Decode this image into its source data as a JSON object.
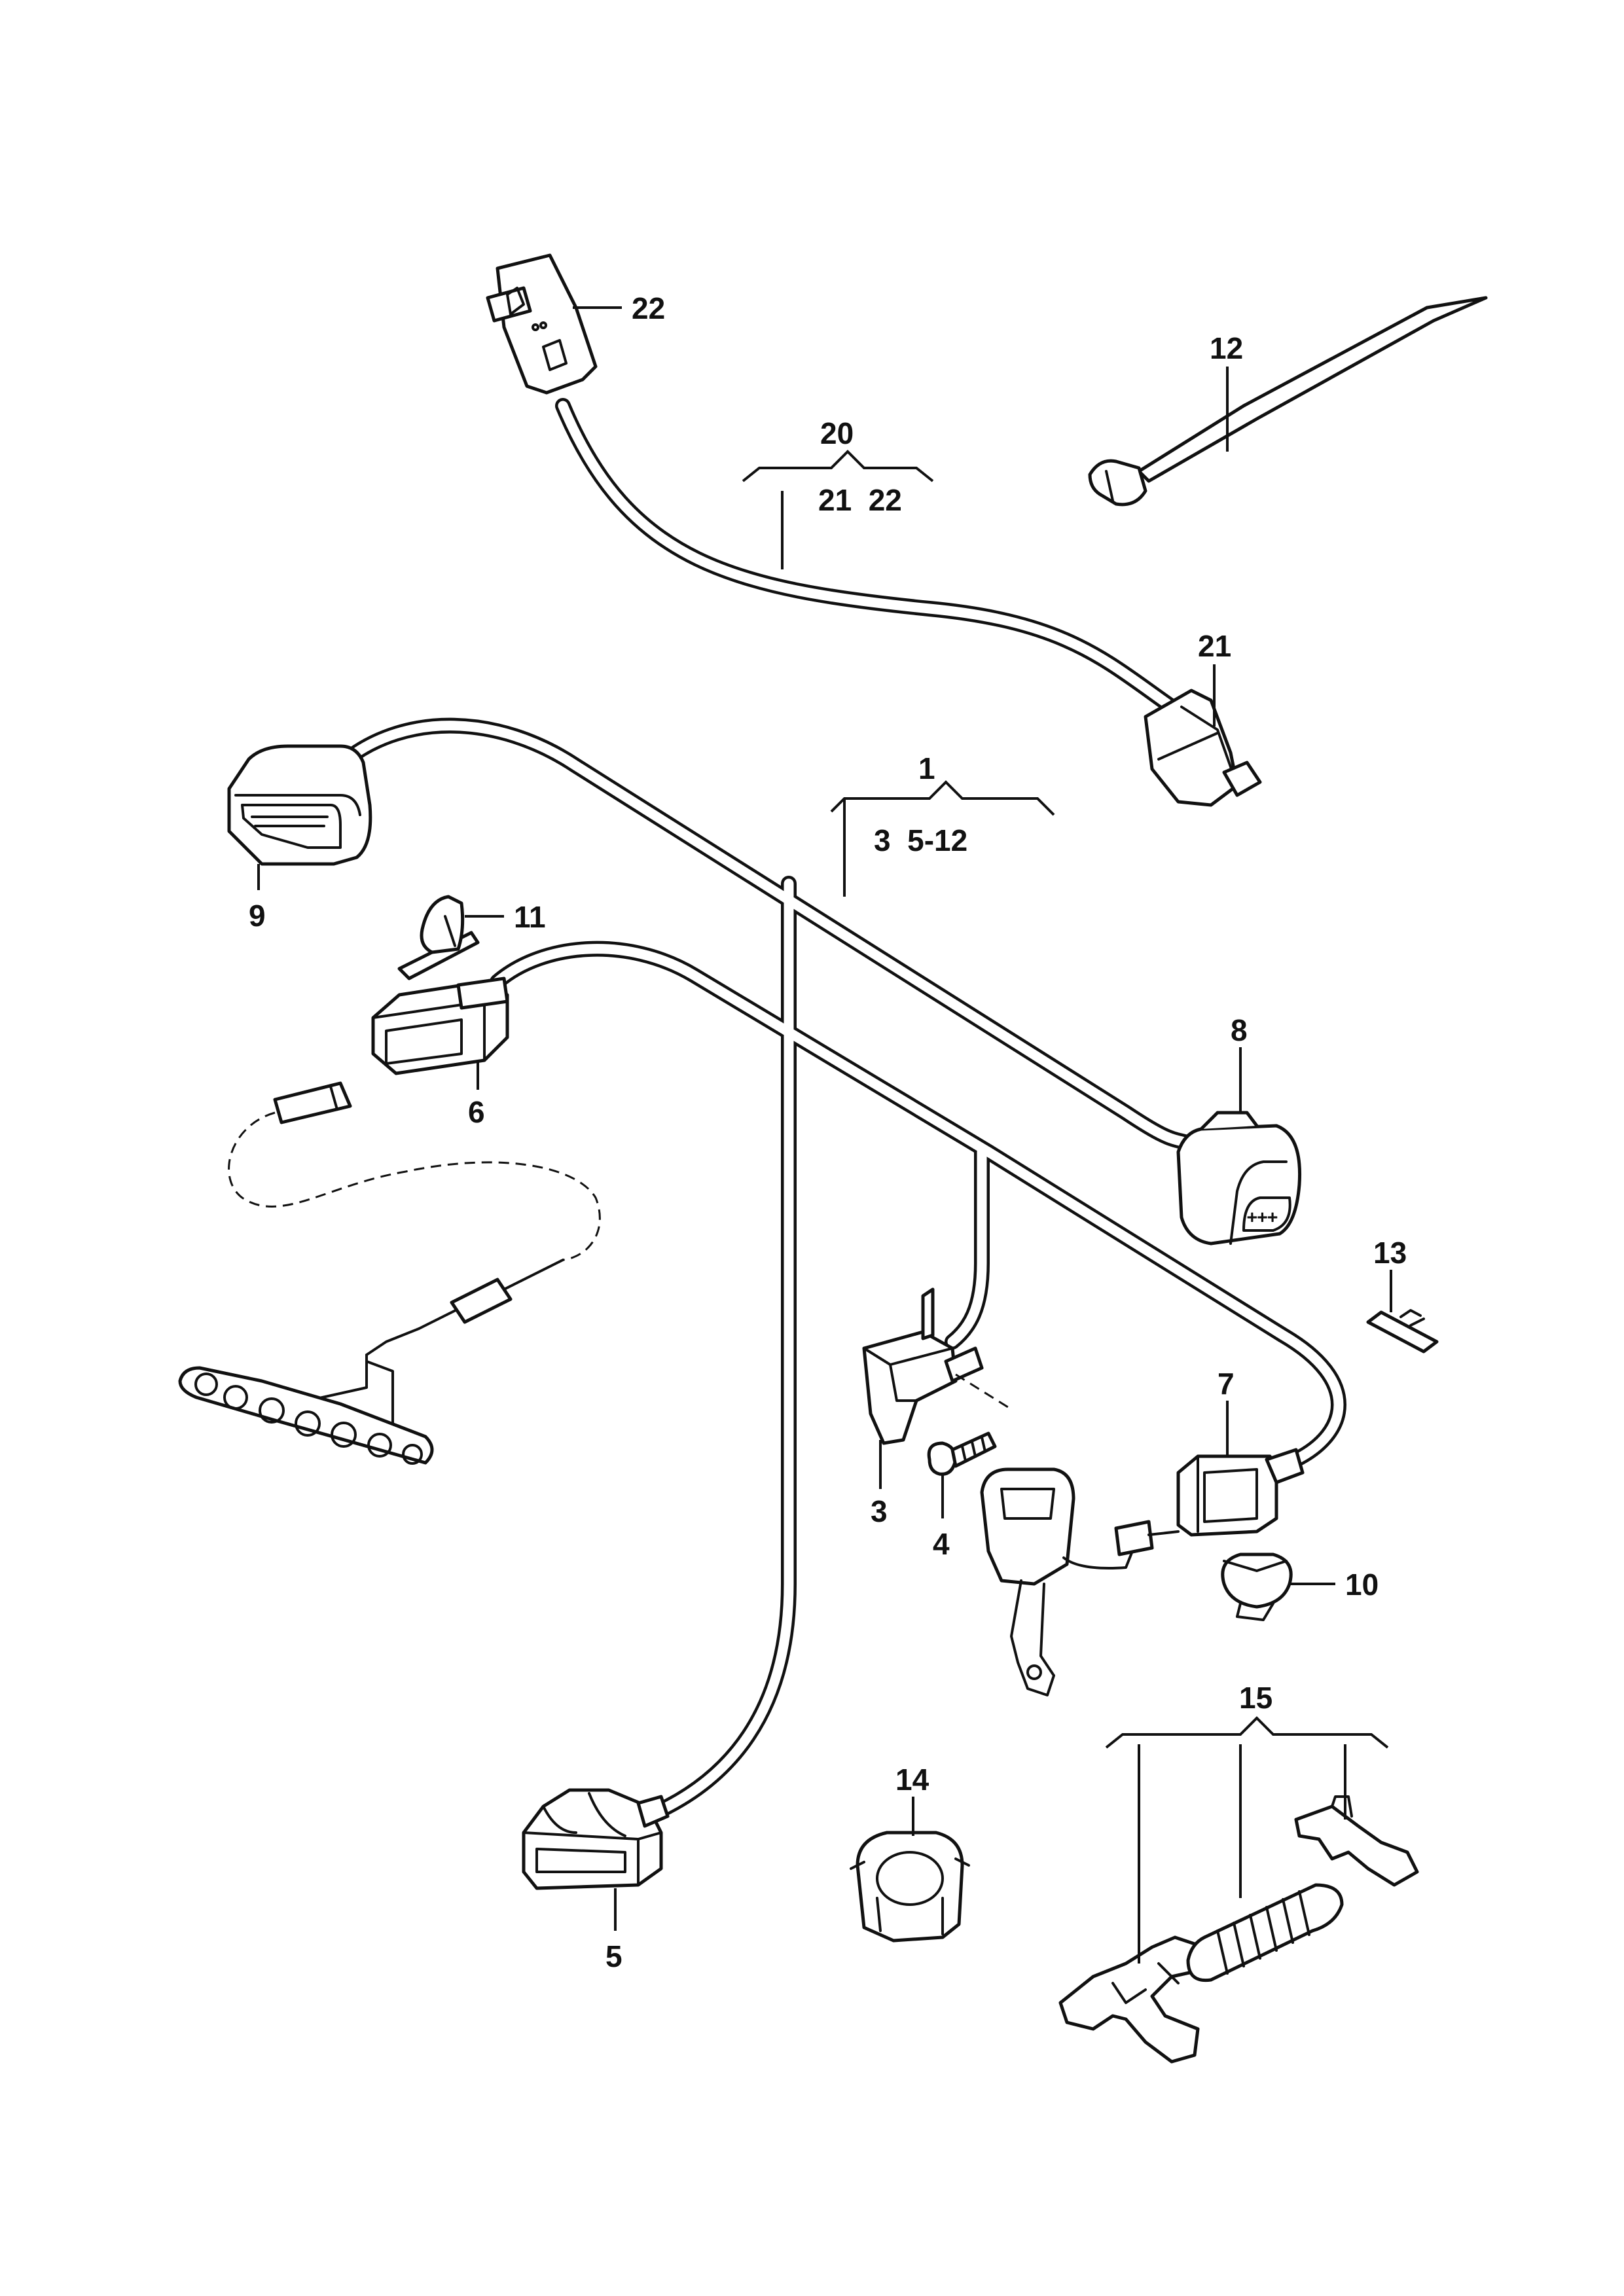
{
  "callouts": {
    "c1": "1",
    "c1_sub": "3  5-12",
    "c3": "3",
    "c4": "4",
    "c5": "5",
    "c6": "6",
    "c7": "7",
    "c8": "8",
    "c9": "9",
    "c10": "10",
    "c11": "11",
    "c12": "12",
    "c13": "13",
    "c14": "14",
    "c15": "15",
    "c20": "20",
    "c20_sub": "21  22",
    "c21": "21",
    "c22": "22"
  }
}
